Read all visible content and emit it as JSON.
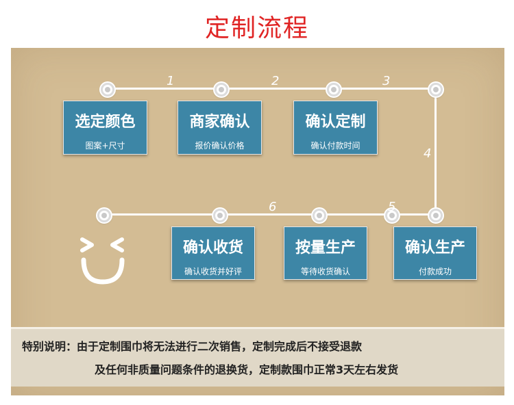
{
  "title": "定制流程",
  "steps": [
    {
      "num": "1",
      "title": "选定颜色",
      "sub": "图案+尺寸"
    },
    {
      "num": "2",
      "title": "商家确认",
      "sub": "报价确认价格"
    },
    {
      "num": "3",
      "title": "确认定制",
      "sub": "确认付款时间"
    },
    {
      "num": "4",
      "title": "确认生产",
      "sub": "付款成功"
    },
    {
      "num": "5",
      "title": "按量生产",
      "sub": "等待收货确认"
    },
    {
      "num": "6",
      "title": "确认收货",
      "sub": "确认收货并好评"
    }
  ],
  "note": {
    "line1": "特别说明：由于定制围巾将无法进行二次销售，定制完成后不接受退款",
    "line2": "及任何非质量问题条件的退换货，定制款围巾正常3天左右发货"
  },
  "colors": {
    "title": "#e02424",
    "panel": "#d3bc94",
    "box": "#3d86a6"
  }
}
